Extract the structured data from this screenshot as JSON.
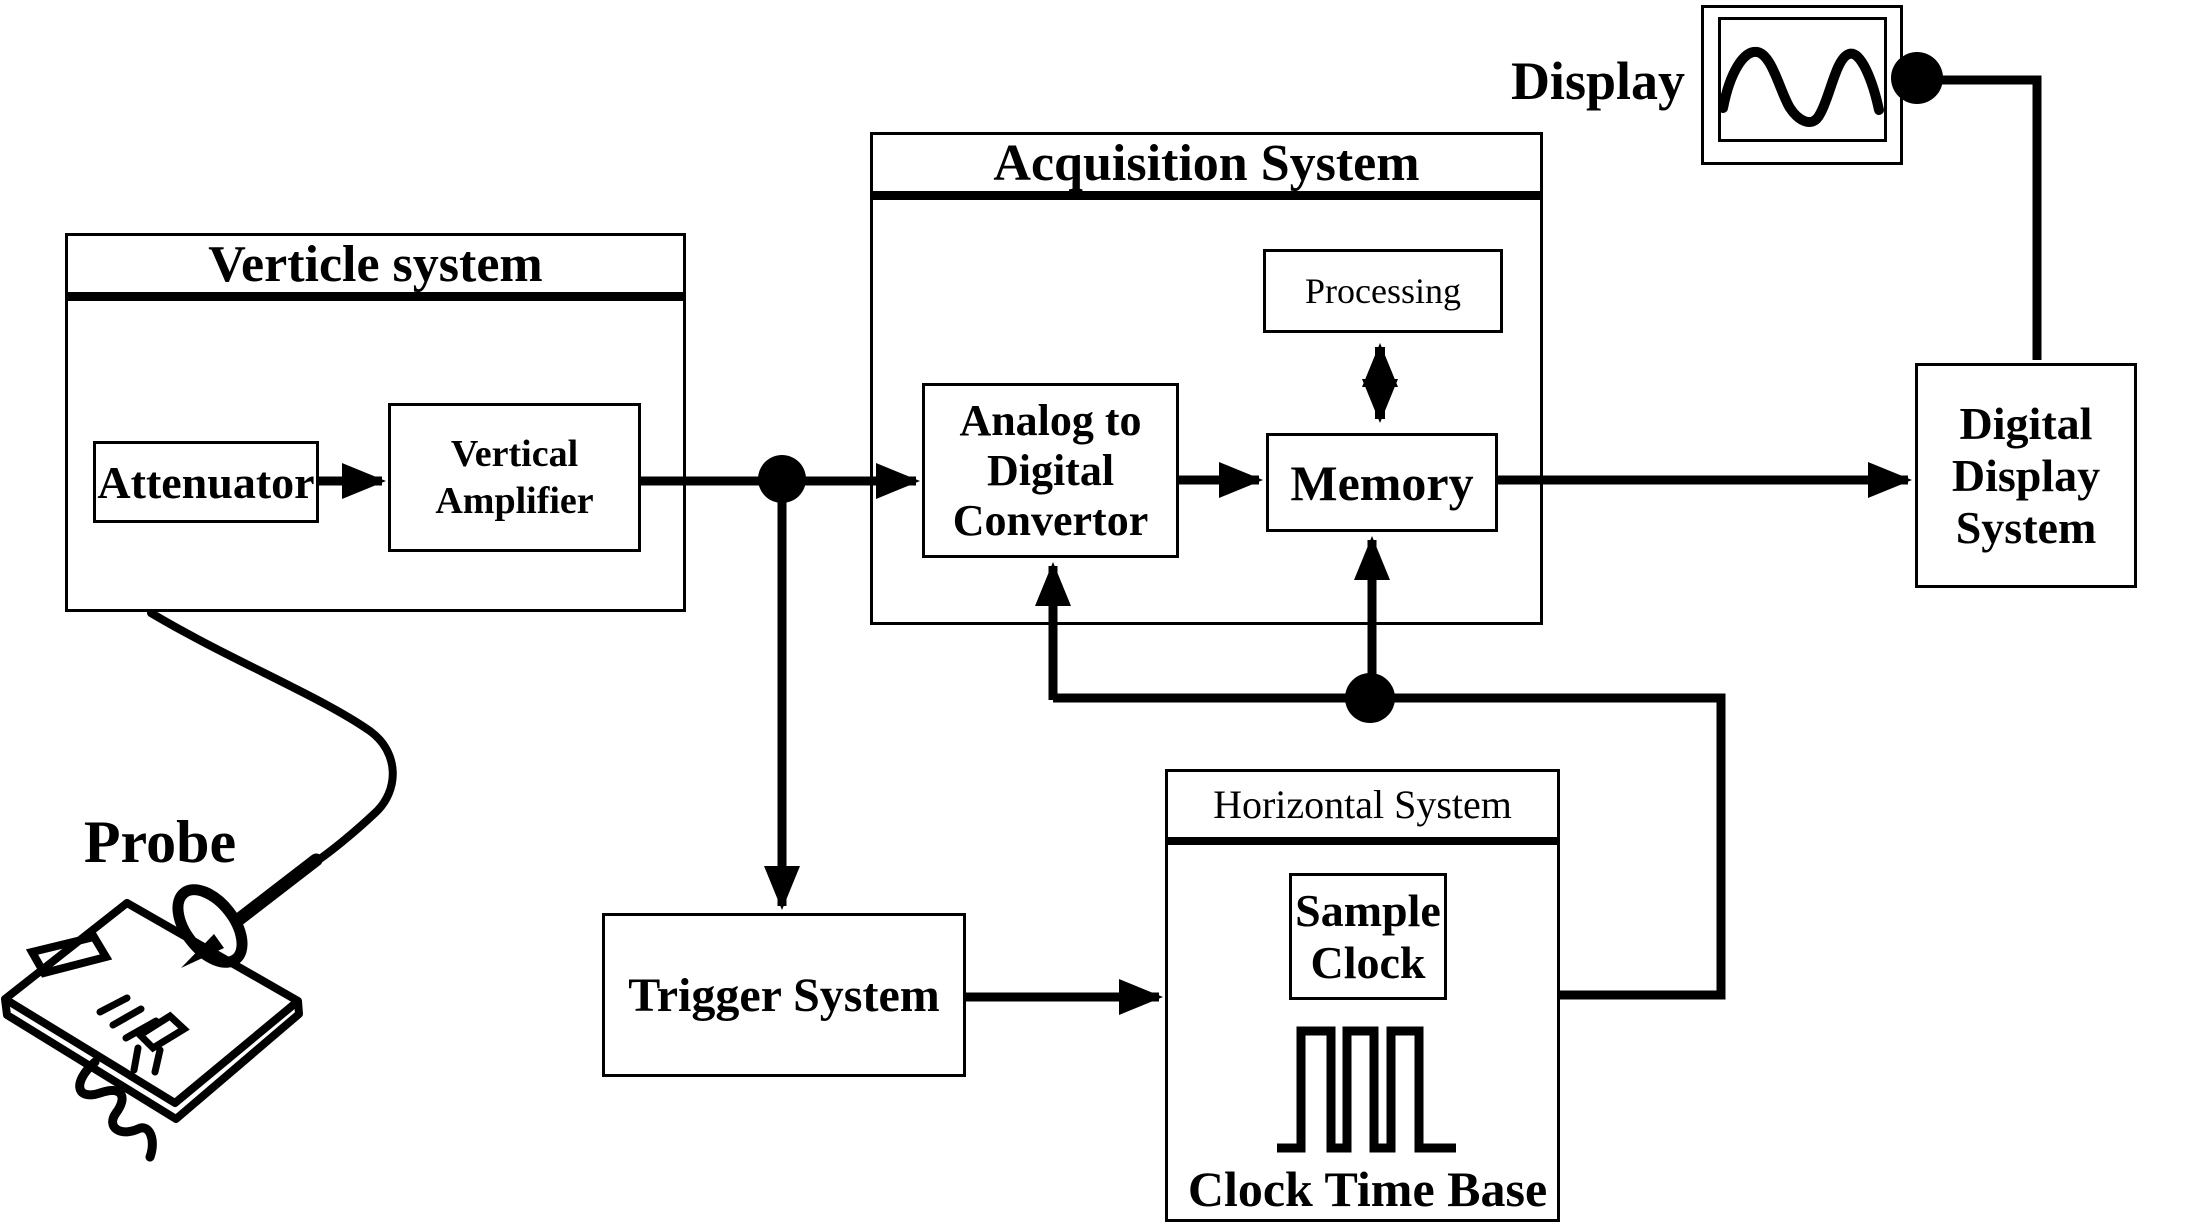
{
  "diagram": {
    "colors": {
      "ink": "#000000",
      "background": "#ffffff"
    },
    "probe_label": "Probe",
    "display_label": "Display",
    "vertical_system": {
      "title": "Verticle system",
      "attenuator": "Attenuator",
      "amplifier": [
        "Vertical",
        "Amplifier"
      ]
    },
    "acquisition_system": {
      "title": "Acquisition System",
      "processing": "Processing",
      "adc": [
        "Analog to",
        "Digital",
        "Convertor"
      ],
      "memory": "Memory"
    },
    "digital_display_system": [
      "Digital",
      "Display",
      "System"
    ],
    "trigger_system": "Trigger System",
    "horizontal_system": {
      "title": "Horizontal System",
      "sample_clock": [
        "Sample",
        "Clock"
      ],
      "clock_time_base": "Clock Time Base"
    }
  }
}
